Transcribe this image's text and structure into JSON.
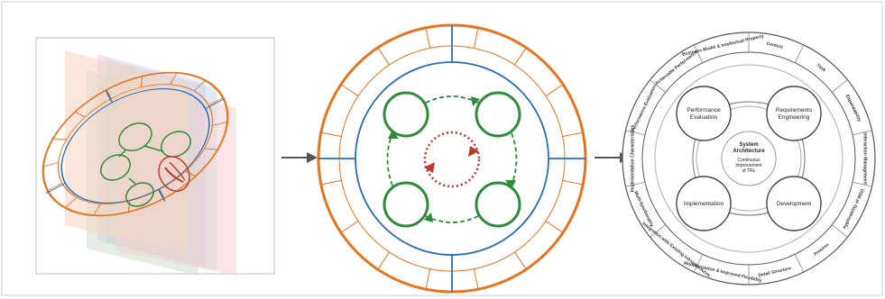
{
  "colors": {
    "orange": "#e8731f",
    "blue": "#2a6db5",
    "green": "#2e8b3a",
    "red": "#c0392b",
    "arrow": "#555555",
    "frame": "#c8c8c8"
  },
  "right": {
    "center": {
      "title_l1": "System",
      "title_l2": "Architecture",
      "sub_l1": "Continuous",
      "sub_l2": "Improvement",
      "sub_l3": "of TRL"
    },
    "nodes": {
      "tl_l1": "Performance",
      "tl_l2": "Evaluation",
      "tr_l1": "Requirements",
      "tr_l2": "Engineering",
      "bl": "Implementation",
      "br": "Development"
    },
    "ring": [
      {
        "label": "Context"
      },
      {
        "label": "Task"
      },
      {
        "label": "Expandability"
      },
      {
        "label": "Interaction Management"
      },
      {
        "label": "Applicability of MSO"
      },
      {
        "label": "Process"
      },
      {
        "label": "Detail Structure"
      },
      {
        "label": "Modularization & Improved Flexibility"
      },
      {
        "label": "Integration with Existing Infrastructures"
      },
      {
        "label": "Multi-functionality"
      },
      {
        "label": "Implementation Characteristics"
      },
      {
        "label": "Performance Evaluation"
      },
      {
        "label": "Achievable Performance"
      },
      {
        "label": "Business Model & Intellectual Property"
      }
    ]
  }
}
